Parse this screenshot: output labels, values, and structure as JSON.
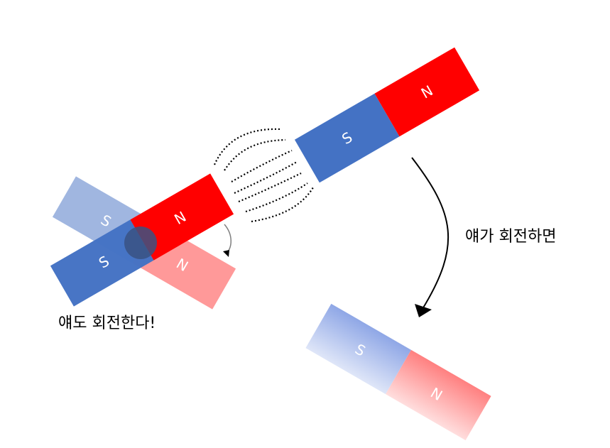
{
  "magnets": {
    "top_right": {
      "s_label": "S",
      "n_label": "N",
      "s_color": "#4472c4",
      "n_color": "#ff0000"
    },
    "left_main": {
      "s_label": "S",
      "n_label": "N",
      "s_color": "#4472c4",
      "n_color": "#ff0000"
    },
    "left_ghost": {
      "s_label": "S",
      "n_label": "N",
      "s_color": "#a0b6e0",
      "n_color": "#ff9999"
    },
    "bottom_right": {
      "s_label": "S",
      "n_label": "N",
      "s_color_from": "#8fa7e6",
      "s_color_to": "#dfe6f8",
      "n_color_from": "#ff8080",
      "n_color_to": "#ffdede"
    }
  },
  "labels": {
    "rotate_if": "얘가 회전하면",
    "also_rotates": "얘도 회전한다!"
  },
  "colors": {
    "pivot_fill": "#3a5283",
    "arrow": "#000000",
    "small_arrow": "#7f7f7f",
    "field_lines": "#000000"
  }
}
